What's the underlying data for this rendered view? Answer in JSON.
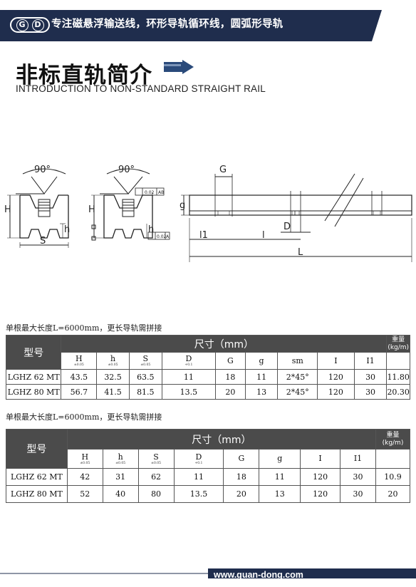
{
  "header": {
    "logo_text": [
      "G",
      "D"
    ],
    "tagline": "专注磁悬浮输送线，环形导轨循环线，圆弧形导轨"
  },
  "title": {
    "cn": "非标直轨简介",
    "en": "INTRODUCTION TO NON-STANDARD STRAIGHT RAIL"
  },
  "drawings": {
    "left": {
      "angle": "90°",
      "labels": [
        "H",
        "S",
        "h"
      ]
    },
    "middle": {
      "angle": "90°",
      "labels": [
        "H",
        "h"
      ],
      "tolerance_1": "0.02",
      "datum_1": "AB",
      "tolerance_2": "0.02",
      "datum_2": "A"
    },
    "right": {
      "labels": [
        "G",
        "g",
        "D",
        "l1",
        "l",
        "L"
      ]
    }
  },
  "table1": {
    "note": "单根最大长度L=6000mm，更长导轨需拼接",
    "model_header": "型号",
    "size_header": "尺寸（mm）",
    "weight_header_1": "重量",
    "weight_header_2": "(kg/m)",
    "columns": [
      {
        "sym": "H",
        "tol": "±0.05"
      },
      {
        "sym": "h",
        "tol": "±0.05"
      },
      {
        "sym": "S",
        "tol": "±0.05"
      },
      {
        "sym": "D",
        "tol": "+0.1"
      },
      {
        "sym": "G",
        "tol": ""
      },
      {
        "sym": "g",
        "tol": ""
      },
      {
        "sym": "sm",
        "tol": ""
      },
      {
        "sym": "I",
        "tol": ""
      },
      {
        "sym": "I1",
        "tol": ""
      }
    ],
    "rows": [
      {
        "model": "LGHZ 62 MT",
        "values": [
          "43.5",
          "32.5",
          "63.5",
          "11",
          "18",
          "11",
          "2*45°",
          "120",
          "30",
          "11.80"
        ]
      },
      {
        "model": "LGHZ 80 MT",
        "values": [
          "56.7",
          "41.5",
          "81.5",
          "13.5",
          "20",
          "13",
          "2*45°",
          "120",
          "30",
          "20.30"
        ]
      }
    ]
  },
  "table2": {
    "note": "单根最大长度L=6000mm，更长导轨需拼接",
    "model_header": "型号",
    "size_header": "尺寸（mm）",
    "weight_header_1": "重量",
    "weight_header_2": "(kg/m)",
    "columns": [
      {
        "sym": "H",
        "tol": "±0.05"
      },
      {
        "sym": "h",
        "tol": "±0.05"
      },
      {
        "sym": "S",
        "tol": "±0.05"
      },
      {
        "sym": "D",
        "tol": "+0.1"
      },
      {
        "sym": "G",
        "tol": ""
      },
      {
        "sym": "g",
        "tol": ""
      },
      {
        "sym": "I",
        "tol": ""
      },
      {
        "sym": "I1",
        "tol": ""
      }
    ],
    "rows": [
      {
        "model": "LGHZ 62 MT",
        "values": [
          "42",
          "31",
          "62",
          "11",
          "18",
          "11",
          "120",
          "30",
          "10.9"
        ]
      },
      {
        "model": "LGHZ 80 MT",
        "values": [
          "52",
          "40",
          "80",
          "13.5",
          "20",
          "13",
          "120",
          "30",
          "20"
        ]
      }
    ]
  },
  "footer": {
    "url": "www.guan-dong.com"
  },
  "colors": {
    "navy": "#1f2d4d",
    "header_gray": "#4b4b4b",
    "arrow_blue": "#2a4a7a"
  }
}
